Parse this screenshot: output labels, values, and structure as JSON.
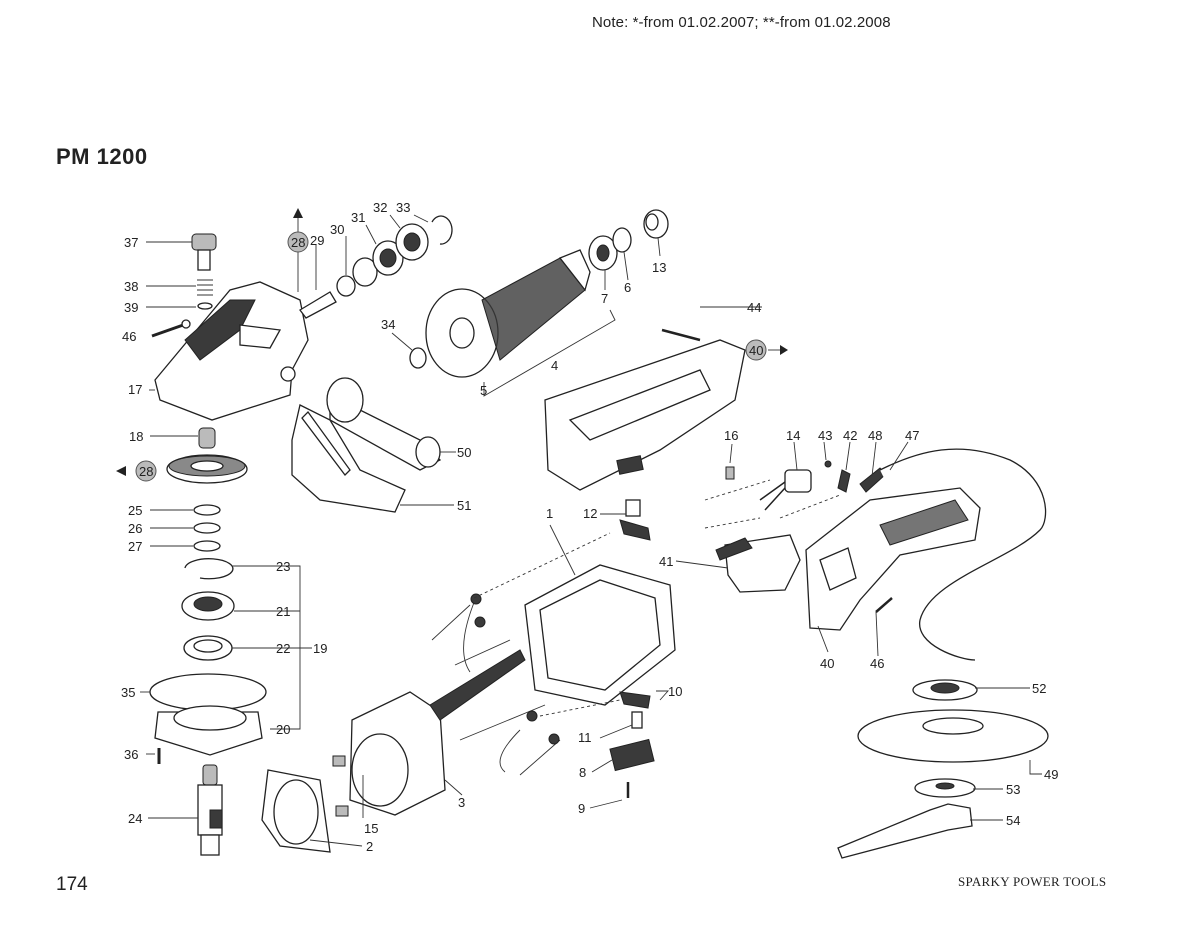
{
  "note": "Note: *-from 01.02.2007; **-from 01.02.2008",
  "model": "PM 1200",
  "page_number": "174",
  "brand": "SPARKY POWER TOOLS",
  "part_labels": [
    "37",
    "38",
    "39",
    "46",
    "17",
    "18",
    "28",
    "25",
    "26",
    "27",
    "23",
    "21",
    "22",
    "19",
    "35",
    "36",
    "20",
    "24",
    "29",
    "30",
    "31",
    "32",
    "33",
    "34",
    "5",
    "4",
    "7",
    "6",
    "13",
    "44",
    "40",
    "50",
    "51",
    "16",
    "14",
    "43",
    "42",
    "48",
    "47",
    "12",
    "1",
    "41",
    "10",
    "11",
    "8",
    "9",
    "15",
    "3",
    "2",
    "52",
    "49",
    "53",
    "54"
  ]
}
